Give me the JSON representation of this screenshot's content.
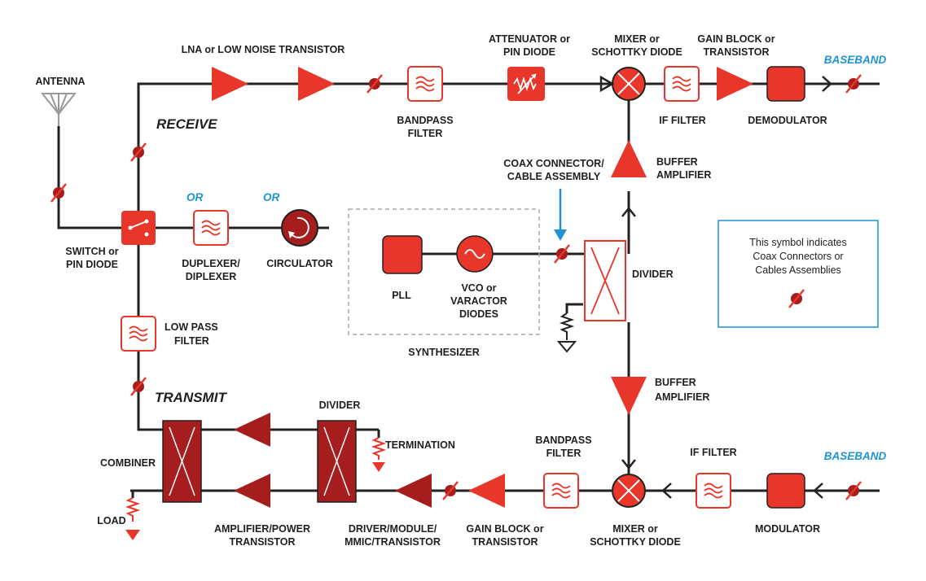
{
  "colors": {
    "red": "#e8372a",
    "dark_red": "#a51d1d",
    "line": "#222222",
    "blue": "#1b95d6"
  },
  "labels": {
    "antenna": "ANTENNA",
    "lna": "LNA or LOW NOISE TRANSISTOR",
    "receive": "RECEIVE",
    "bandpass_rx_1": "BANDPASS",
    "bandpass_rx_2": "FILTER",
    "attenuator_1": "ATTENUATOR or",
    "attenuator_2": "PIN DIODE",
    "mixer_rx_1": "MIXER or",
    "mixer_rx_2": "SCHOTTKY DIODE",
    "gain_rx_1": "GAIN BLOCK or",
    "gain_rx_2": "TRANSISTOR",
    "baseband_rx": "BASEBAND",
    "if_filter_rx": "IF FILTER",
    "demodulator": "DEMODULATOR",
    "buffer_1": "BUFFER",
    "buffer_2": "AMPLIFIER",
    "coax_1": "COAX CONNECTOR/",
    "coax_2": "CABLE ASSEMBLY",
    "or_1": "OR",
    "or_2": "OR",
    "switch_1": "SWITCH or",
    "switch_2": "PIN DIODE",
    "duplexer_1": "DUPLEXER/",
    "duplexer_2": "DIPLEXER",
    "circulator": "CIRCULATOR",
    "pll": "PLL",
    "vco_1": "VCO or",
    "vco_2": "VARACTOR",
    "vco_3": "DIODES",
    "divider_right": "DIVIDER",
    "synthesizer": "SYNTHESIZER",
    "lowpass_1": "LOW PASS",
    "lowpass_2": "FILTER",
    "buffer_tx_1": "BUFFER",
    "buffer_tx_2": "AMPLIFIER",
    "transmit": "TRANSMIT",
    "divider_tx": "DIVIDER",
    "termination": "TERMINATION",
    "combiner": "COMBINER",
    "bandpass_tx_1": "BANDPASS",
    "bandpass_tx_2": "FILTER",
    "if_filter_tx": "IF FILTER",
    "baseband_tx": "BASEBAND",
    "load": "LOAD",
    "amp_power_1": "AMPLIFIER/POWER",
    "amp_power_2": "TRANSISTOR",
    "driver_1": "DRIVER/MODULE/",
    "driver_2": "MMIC/TRANSISTOR",
    "gain_tx_1": "GAIN BLOCK or",
    "gain_tx_2": "TRANSISTOR",
    "mixer_tx_1": "MIXER or",
    "mixer_tx_2": "SCHOTTKY DIODE",
    "modulator": "MODULATOR"
  },
  "legend": {
    "line1": "This symbol indicates",
    "line2": "Coax Connectors or",
    "line3": "Cables Assemblies"
  }
}
